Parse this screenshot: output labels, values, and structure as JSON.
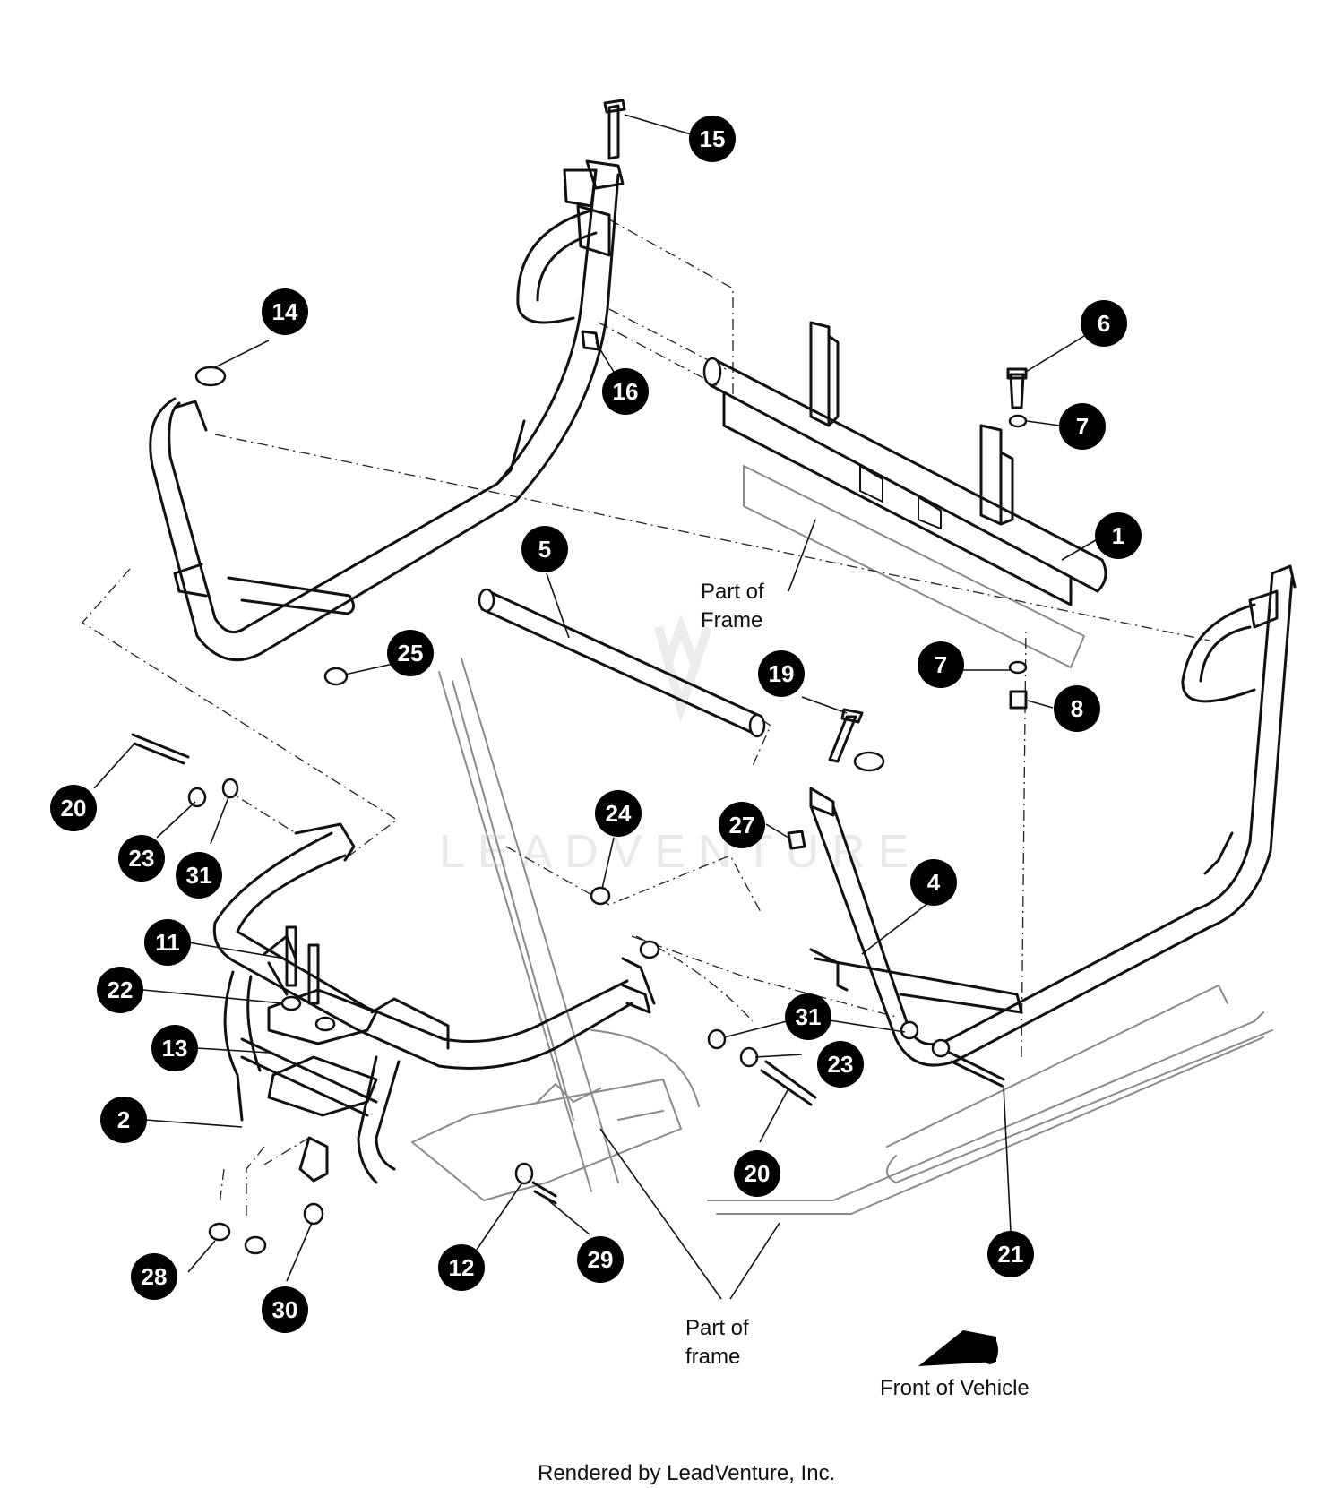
{
  "callouts": [
    {
      "number": "1"
    },
    {
      "number": "2"
    },
    {
      "number": "4"
    },
    {
      "number": "5"
    },
    {
      "number": "6"
    },
    {
      "number": "7"
    },
    {
      "number": "7"
    },
    {
      "number": "8"
    },
    {
      "number": "11"
    },
    {
      "number": "12"
    },
    {
      "number": "13"
    },
    {
      "number": "14"
    },
    {
      "number": "15"
    },
    {
      "number": "16"
    },
    {
      "number": "19"
    },
    {
      "number": "20"
    },
    {
      "number": "20"
    },
    {
      "number": "21"
    },
    {
      "number": "22"
    },
    {
      "number": "23"
    },
    {
      "number": "23"
    },
    {
      "number": "24"
    },
    {
      "number": "25"
    },
    {
      "number": "27"
    },
    {
      "number": "28"
    },
    {
      "number": "29"
    },
    {
      "number": "30"
    },
    {
      "number": "31"
    },
    {
      "number": "31"
    }
  ],
  "labels": {
    "part_of_frame_top_line1": "Part of",
    "part_of_frame_top_line2": "Frame",
    "part_of_frame_bottom_line1": "Part of",
    "part_of_frame_bottom_line2": "frame",
    "front_of_vehicle": "Front of Vehicle"
  },
  "watermark": "LEADVENTURE",
  "footer": "Rendered by LeadVenture, Inc."
}
